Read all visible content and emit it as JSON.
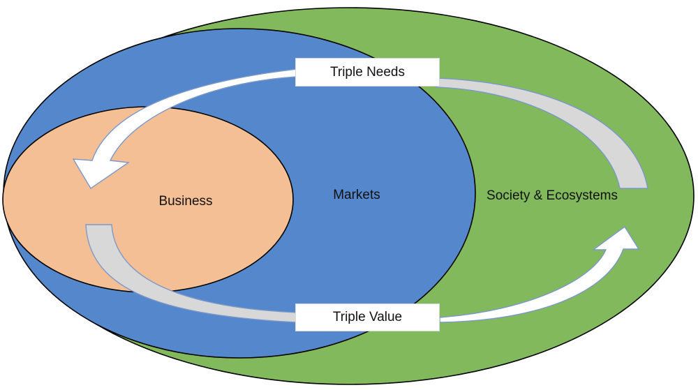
{
  "diagram": {
    "labels": {
      "business": "Business",
      "markets": "Markets",
      "society": "Society & Ecosystems",
      "triple_needs": "Triple Needs",
      "triple_value": "Triple Value"
    },
    "colors": {
      "society_fill": "#82b95c",
      "markets_fill": "#5587cd",
      "business_fill": "#f5bf95",
      "outline": "#000000",
      "white_arrow_fill": "#ffffff",
      "gray_arrow_fill": "#d8d8d8",
      "arrow_stroke": "#7a98c9"
    }
  }
}
